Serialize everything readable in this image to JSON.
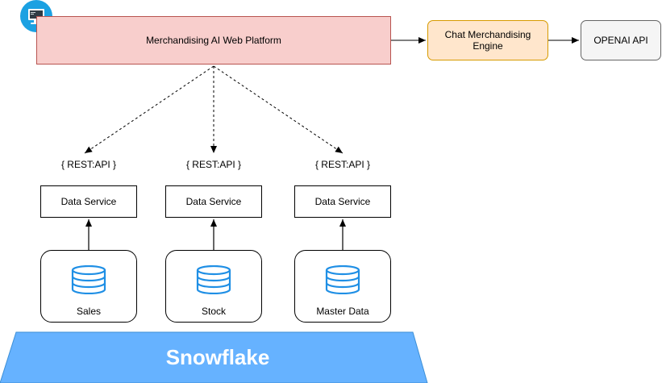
{
  "platform": {
    "label": "Merchandising AI Web Platform",
    "icon": "monitor-icon"
  },
  "engine": {
    "label": "Chat Merchandising Engine"
  },
  "openai": {
    "label": "OPENAI API"
  },
  "apis": [
    {
      "label": "{ REST:API }"
    },
    {
      "label": "{ REST:API }"
    },
    {
      "label": "{ REST:API }"
    }
  ],
  "services": [
    {
      "label": "Data Service"
    },
    {
      "label": "Data Service"
    },
    {
      "label": "Data Service"
    }
  ],
  "databases": [
    {
      "label": "Sales",
      "icon": "database-icon"
    },
    {
      "label": "Stock",
      "icon": "database-icon"
    },
    {
      "label": "Master Data",
      "icon": "database-icon"
    }
  ],
  "snowflake": {
    "label": "Snowflake",
    "color": "#66b2ff"
  },
  "colors": {
    "platform_fill": "#f8cecc",
    "engine_fill": "#ffe6cc",
    "openai_fill": "#f5f5f5",
    "monitor": "#1ba1e2",
    "db_icon": "#1f8fe5"
  }
}
